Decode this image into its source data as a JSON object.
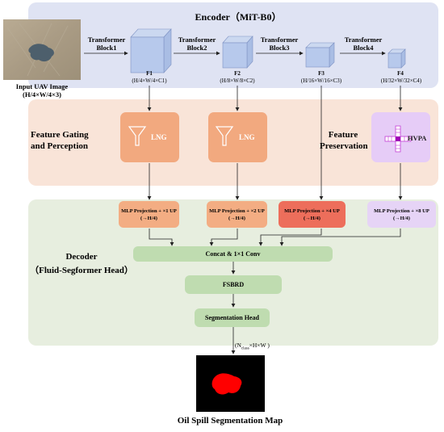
{
  "encoder": {
    "title": "Encoder（MiT-B0）",
    "input_label": "Input UAV Image",
    "input_dims": "(H/4×W/4×3)",
    "blocks": [
      {
        "label": "Transformer Block1"
      },
      {
        "label": "Transformer Block2"
      },
      {
        "label": "Transformer Block3"
      },
      {
        "label": "Transformer Block4"
      }
    ],
    "features": [
      {
        "name": "F1",
        "dims": "(H/4×W/4×C1)"
      },
      {
        "name": "F2",
        "dims": "(H/8×W/8×C2)"
      },
      {
        "name": "F3",
        "dims": "(H/16×W/16×C3)"
      },
      {
        "name": "F4",
        "dims": "(H/32×W/32×C4)"
      }
    ]
  },
  "gating": {
    "left_title": "Feature Gating and Perception",
    "right_title": "Feature Preservation",
    "lng1": "LNG",
    "lng2": "LNG",
    "hvpa": "HVPA"
  },
  "decoder": {
    "title": "Decoder",
    "subtitle": "（Fluid-Segformer Head）",
    "mlp": [
      {
        "line1": "MLP Projection + ×1 UP",
        "line2": "(→H/4)"
      },
      {
        "line1": "MLP Projection + ×2 UP",
        "line2": "(→H/4)"
      },
      {
        "line1": "MLP Projection + ×4 UP",
        "line2": "(→H/4)"
      },
      {
        "line1": "MLP Projection + ×8 UP",
        "line2": "(→H/4)"
      }
    ],
    "concat": "Concat & 1×1 Conv",
    "fsbrd": "FSBRD",
    "seg_head": "Segmentation Head",
    "output_dims_prefix": "(N",
    "output_dims_sub": "class",
    "output_dims_suffix": "×H×W )"
  },
  "output": {
    "title": "Oil Spill Segmentation Map"
  },
  "colors": {
    "encoder_bg": "#dfe3f3",
    "gating_bg": "#f9e4d8",
    "decoder_bg": "#e7eedf",
    "lng": "#f2a97f",
    "hvpa": "#e6ccf7",
    "mlp_orange": "#f3ad83",
    "mlp_red": "#ed6e5b",
    "mlp_purple": "#e6d4f6",
    "green": "#bfdcb0",
    "mask": "#ff0000"
  }
}
